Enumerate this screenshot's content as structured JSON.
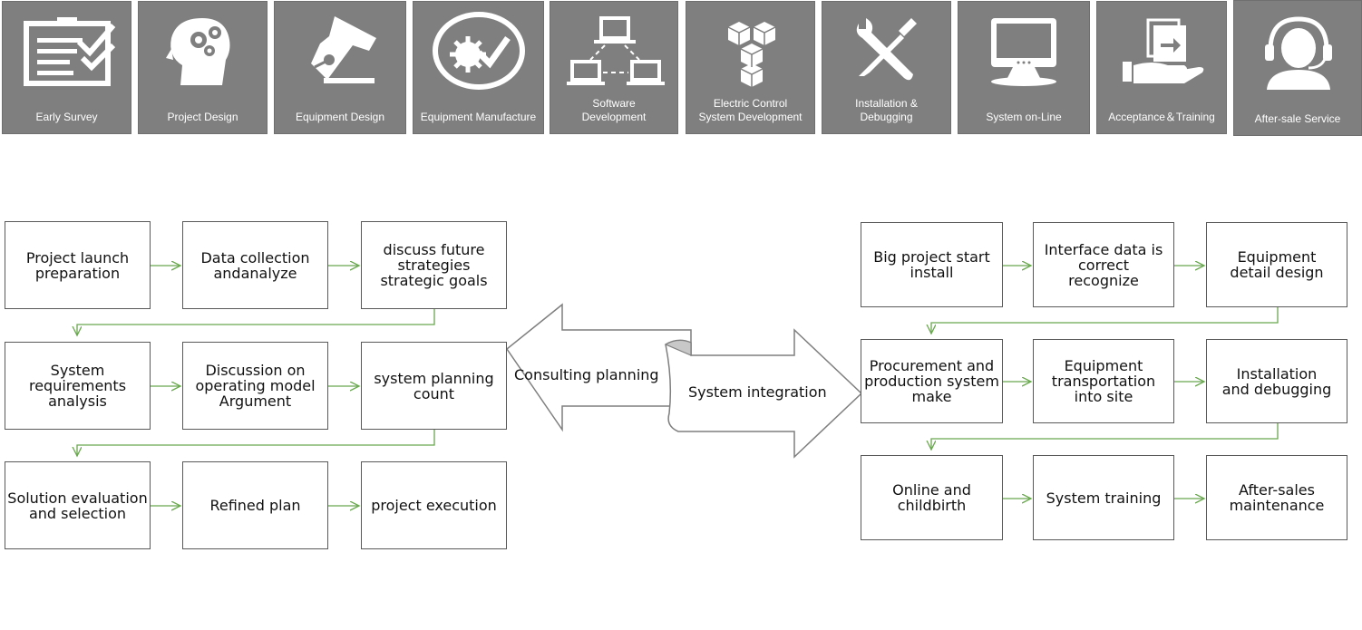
{
  "process_steps": [
    {
      "label": "Early Survey",
      "icon": "clipboard-checklist-icon"
    },
    {
      "label": "Project Design",
      "icon": "head-gears-icon"
    },
    {
      "label": "Equipment Design",
      "icon": "pen-nib-icon"
    },
    {
      "label": "Equipment Manufacture",
      "icon": "gear-check-icon"
    },
    {
      "label": "Software\nDevelopment",
      "icon": "network-computers-icon"
    },
    {
      "label": "Electric Control\nSystem Development",
      "icon": "cubes-icon"
    },
    {
      "label": "Installation &\nDebugging",
      "icon": "wrench-screwdriver-icon"
    },
    {
      "label": "System on-Line",
      "icon": "monitor-icon"
    },
    {
      "label": "Acceptance＆Training",
      "icon": "hand-document-icon"
    },
    {
      "label": "After-sale Service",
      "icon": "headset-person-icon"
    }
  ],
  "consulting": {
    "title": "Consulting planning",
    "steps": [
      "Project launch\npreparation",
      "Data collection\nandanalyze",
      "discuss future\nstrategies\nstrategic goals",
      "System\nrequirements\nanalysis",
      "Discussion on\noperating model\nArgument",
      "system planning\ncount",
      "Solution evaluation\nand selection",
      "Refined plan",
      "project execution"
    ]
  },
  "integration": {
    "title": "System integration",
    "steps": [
      "Big project start\ninstall",
      "Interface data is\ncorrect\nrecognize",
      "Equipment\ndetail design",
      "Procurement and\nproduction system\nmake",
      "Equipment\ntransportation\ninto site",
      "Installation\nand debugging",
      "Online and\nchildbirth",
      "System training",
      "After-sales\nmaintenance"
    ]
  },
  "colors": {
    "tile_bg": "#7f7f7f",
    "icon": "#ffffff",
    "box_border": "#595959",
    "connector": "#6aa84f",
    "arrow_stroke": "#7f7f7f",
    "scroll_fold": "#c8c8c8"
  }
}
